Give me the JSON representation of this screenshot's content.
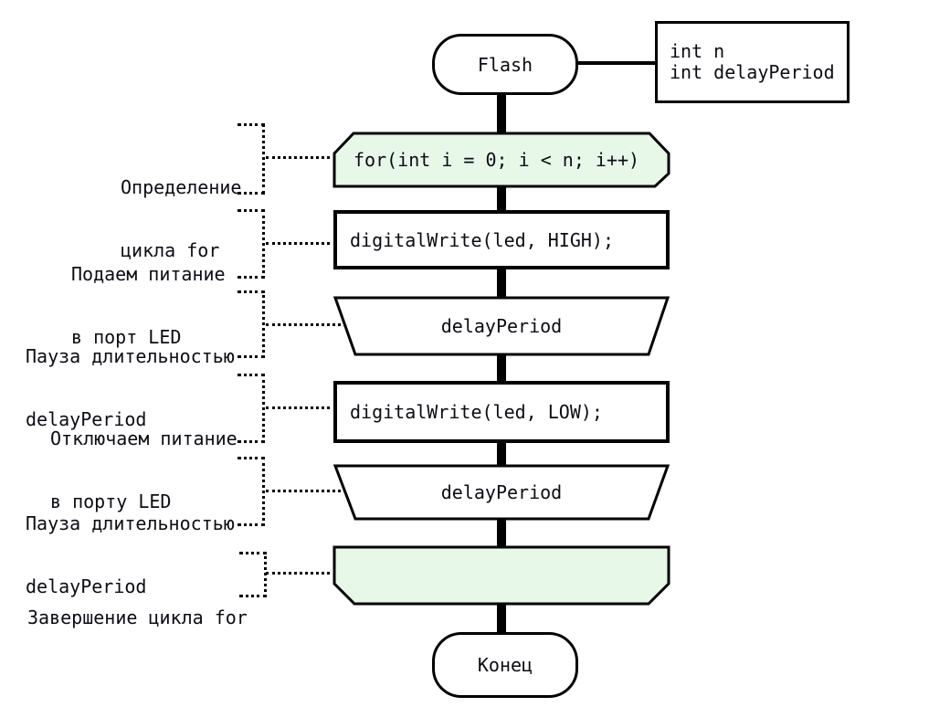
{
  "shapes": {
    "start": "Flash",
    "params": [
      "int n",
      "int delayPeriod"
    ],
    "for_loop": "for(int i = 0; i < n; i++)",
    "write_high": "digitalWrite(led, HIGH);",
    "delay1": "delayPeriod",
    "write_low": "digitalWrite(led, LOW);",
    "delay2": "delayPeriod",
    "loop_end": "",
    "end": "Конец"
  },
  "labels": {
    "for_def": [
      "Определение",
      "цикла for"
    ],
    "power_on": [
      "Подаем питание",
      "в порт LED"
    ],
    "pause1": [
      "Пауза длительностью",
      "delayPeriod"
    ],
    "power_off": [
      "Отключаем питание",
      "в порту LED"
    ],
    "pause2": [
      "Пауза длительностью",
      "delayPeriod"
    ],
    "loop_end": [
      "Завершение цикла for"
    ]
  },
  "colors": {
    "loop_fill": "#e8f8e8",
    "shape_fill": "#ffffff",
    "line": "#000000",
    "text": "#0c0c14",
    "background": "#ffffff"
  }
}
